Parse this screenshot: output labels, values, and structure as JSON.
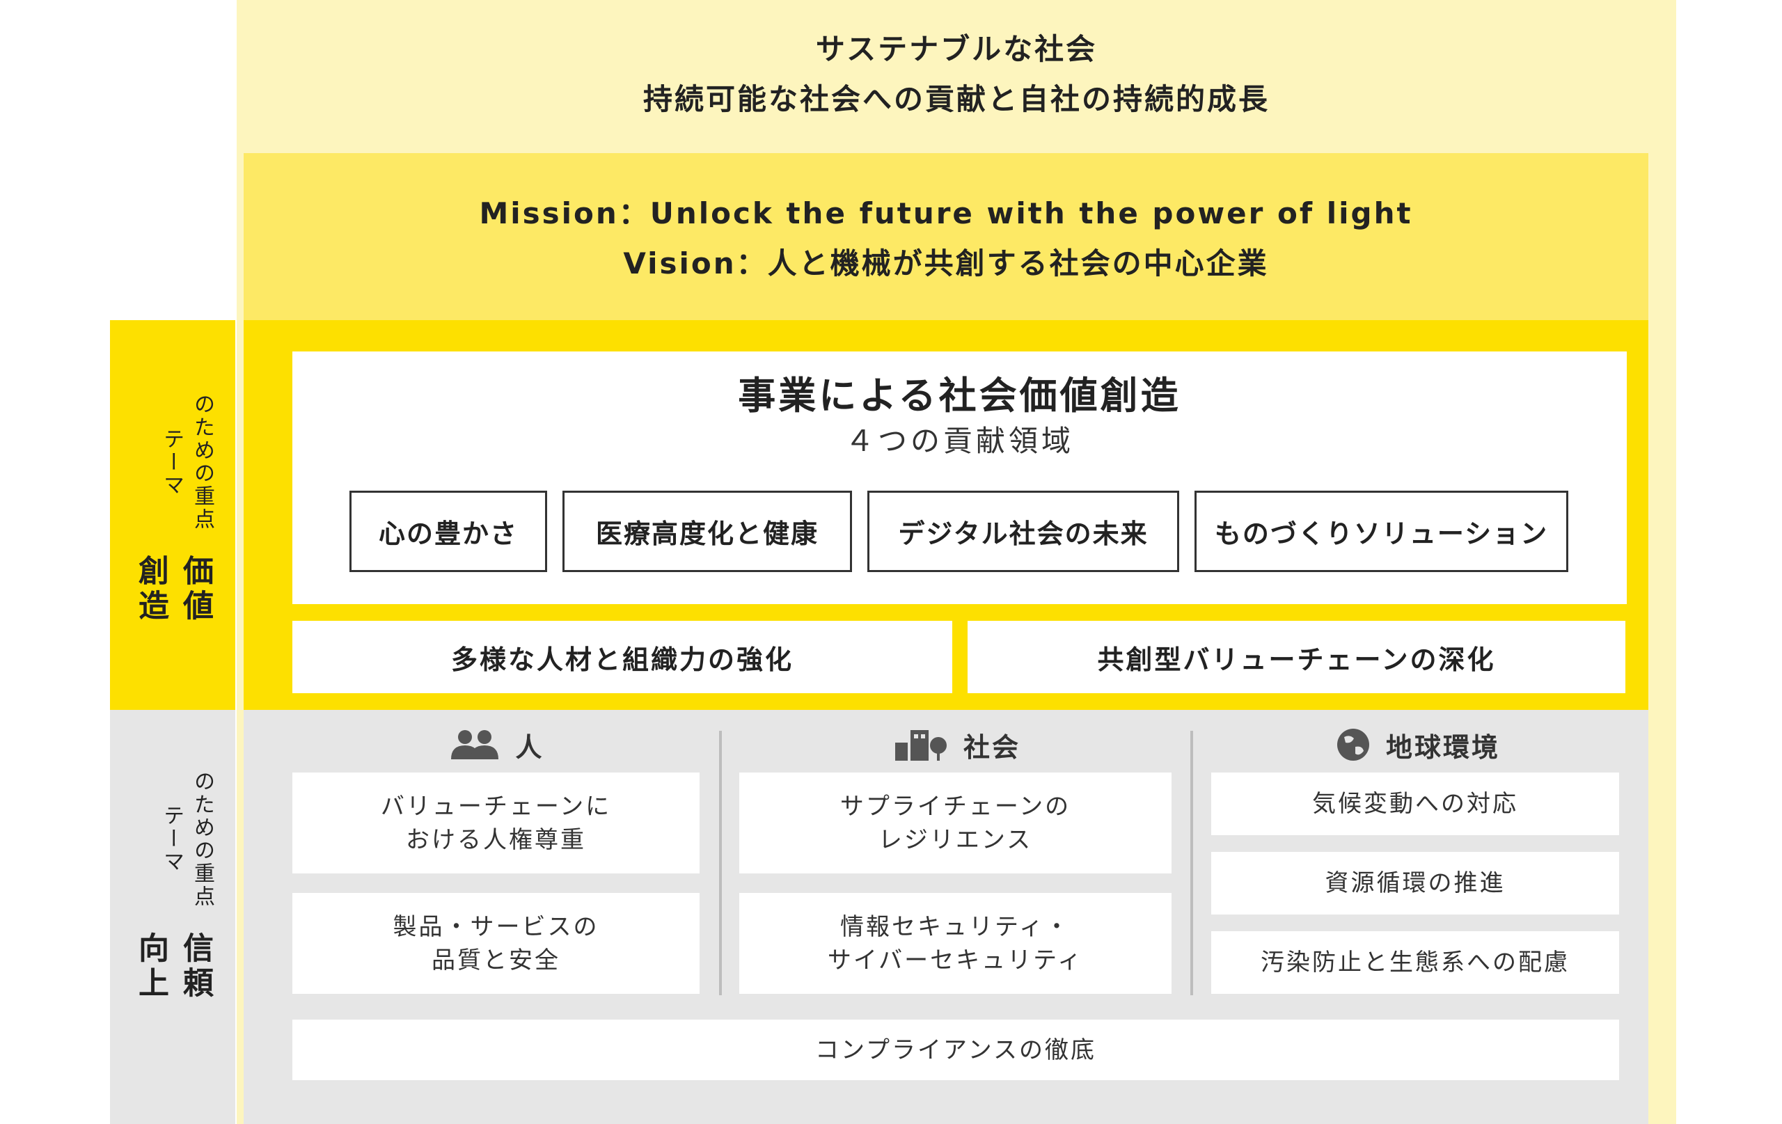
{
  "top": {
    "line1": "サステナブルな社会",
    "line2": "持続可能な社会への貢献と自社の持続的成長"
  },
  "mission": {
    "line1": "Mission：Unlock the future with the power of light",
    "line2": "Vision：人と機械が共創する社会の中心企業"
  },
  "value_side": {
    "main": "価値創造",
    "sub": "のための重点テーマ"
  },
  "trust_side": {
    "main": "信頼向上",
    "sub": "のための重点テーマ"
  },
  "business": {
    "title": "事業による社会価値創造",
    "subtitle": "４つの貢献領域",
    "areas": [
      "心の豊かさ",
      "医療高度化と健康",
      "デジタル社会の未来",
      "ものづくりソリューション"
    ]
  },
  "foundations": [
    "多様な人材と組織力の強化",
    "共創型バリューチェーンの深化"
  ],
  "trust": {
    "people": {
      "label": "人",
      "icon": "people-icon",
      "items": [
        [
          "バリューチェーンに",
          "おける人権尊重"
        ],
        [
          "製品・サービスの",
          "品質と安全"
        ]
      ]
    },
    "society": {
      "label": "社会",
      "icon": "building-icon",
      "items": [
        [
          "サプライチェーンの",
          "レジリエンス"
        ],
        [
          "情報セキュリティ・",
          "サイバーセキュリティ"
        ]
      ]
    },
    "environment": {
      "label": "地球環境",
      "icon": "globe-icon",
      "items": [
        "気候変動への対応",
        "資源循環の推進",
        "汚染防止と生態系への配慮"
      ]
    },
    "compliance": "コンプライアンスの徹底"
  },
  "colors": {
    "outer": "#fdf5be",
    "mission": "#fde965",
    "value": "#fde000",
    "trust": "#e6e6e6"
  }
}
